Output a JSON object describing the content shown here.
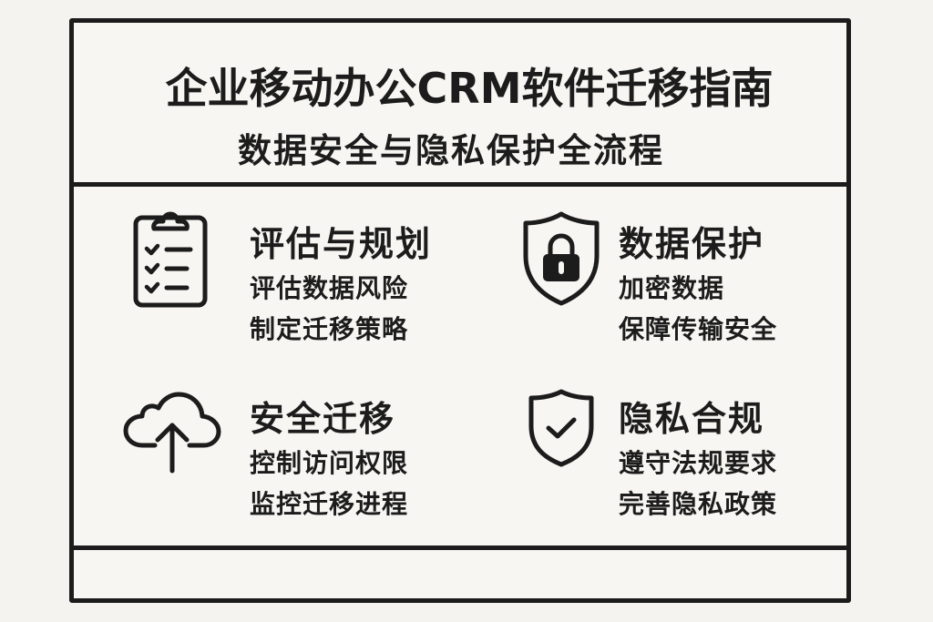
{
  "header": {
    "title": "企业移动办公CRM软件迁移指南",
    "subtitle": "数据安全与隐私保护全流程"
  },
  "cards": [
    {
      "icon": "clipboard-checklist-icon",
      "title": "评估与规划",
      "lines": [
        "评估数据风险",
        "制定迁移策略"
      ]
    },
    {
      "icon": "shield-lock-icon",
      "title": "数据保护",
      "lines": [
        "加密数据",
        "保障传输安全"
      ]
    },
    {
      "icon": "cloud-upload-icon",
      "title": "安全迁移",
      "lines": [
        "控制访问权限",
        "监控迁移进程"
      ]
    },
    {
      "icon": "shield-check-icon",
      "title": "隐私合规",
      "lines": [
        "遵守法规要求",
        "完善隐私政策"
      ]
    }
  ],
  "colors": {
    "background": "#f4f3ef",
    "panel": "#f7f6f2",
    "ink": "#1c1c1c"
  }
}
